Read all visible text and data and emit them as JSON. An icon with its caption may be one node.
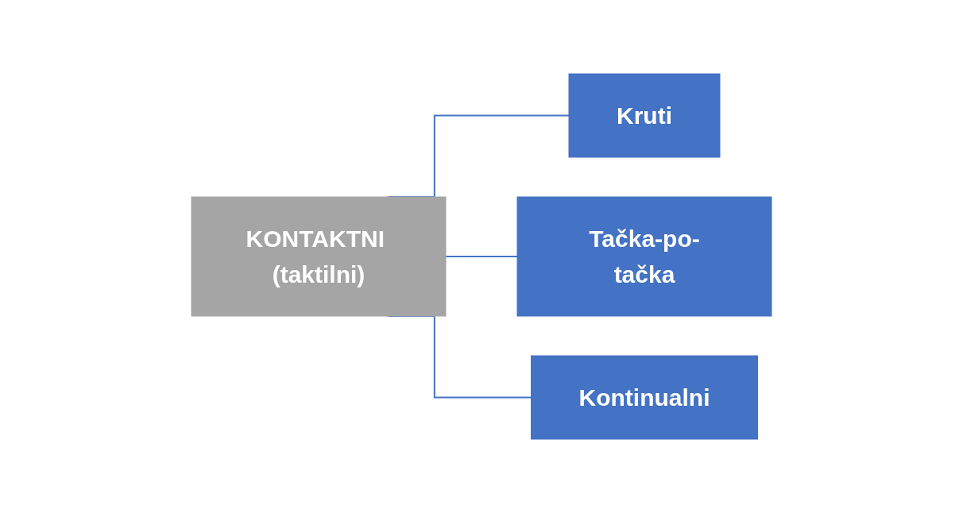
{
  "diagram": {
    "nodes": [
      {
        "text": [
          "KONTAKTNI (taktilni)"
        ]
      },
      {
        "text": [
          "Kruti"
        ]
      },
      {
        "text": [
          "Tačka-po-tačka"
        ]
      },
      {
        "text": [
          "Kontinualni"
        ]
      }
    ],
    "edges": [
      {
        "from": 0,
        "to": 1,
        "arrow": "none"
      },
      {
        "from": 0,
        "to": 2,
        "arrow": "none"
      },
      {
        "from": 0,
        "to": 3,
        "arrow": "none"
      }
    ]
  }
}
